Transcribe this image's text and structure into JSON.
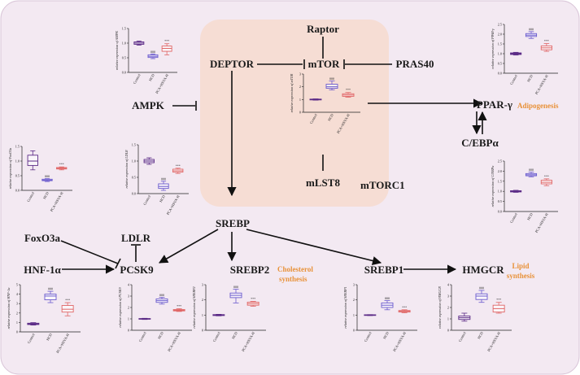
{
  "colors": {
    "background": "#f3e9f2",
    "mtorc1_box": "#f6ddd4",
    "arrow": "#111111",
    "annotation": "#e8923a",
    "control": "#5b2a86",
    "hcd": "#6a5acd",
    "pca": "#e06666"
  },
  "nodes": {
    "raptor": "Raptor",
    "deptor": "DEPTOR",
    "mtor": "mTOR",
    "pras40": "PRAS40",
    "mlst8": "mLST8",
    "mtorc1": "mTORC1",
    "ampk": "AMPK",
    "ppar": "PPAR-γ",
    "cebp": "C/EBPα",
    "srebp": "SREBP",
    "foxo3a": "FoxO3a",
    "ldlr": "LDLR",
    "hnf": "HNF-1α",
    "pcsk9": "PCSK9",
    "srebp2": "SREBP2",
    "srebp1": "SREBP1",
    "hmgcr": "HMGCR"
  },
  "annotations": {
    "adipogenesis": "Adipogenesis",
    "cholesterol_1": "Cholesterol",
    "cholesterol_2": "synthesis",
    "lipid_1": "Lipid",
    "lipid_2": "synthesis"
  },
  "chart_data": [
    {
      "type": "box",
      "id": "ampk",
      "ylabel": "relative expression of AMPK",
      "ylim": [
        0,
        1.5
      ],
      "yticks": [
        "0.0",
        "0.5",
        "1.0",
        "1.5"
      ],
      "categories": [
        "Control",
        "HCD",
        "PCA+HSYA-H"
      ],
      "medians": [
        1.0,
        0.55,
        0.82
      ],
      "q1": [
        0.96,
        0.51,
        0.72
      ],
      "q3": [
        1.04,
        0.6,
        0.9
      ],
      "min": [
        0.93,
        0.47,
        0.6
      ],
      "max": [
        1.07,
        0.63,
        0.98
      ],
      "sig": [
        "",
        "###",
        "***"
      ]
    },
    {
      "type": "box",
      "id": "mtor",
      "ylabel": "relative expression of mTOR",
      "ylim": [
        0,
        3
      ],
      "yticks": [
        "0",
        "1",
        "2",
        "3"
      ],
      "categories": [
        "Control",
        "HCD",
        "PCA+HSYA-H"
      ],
      "medians": [
        1.0,
        2.0,
        1.35
      ],
      "q1": [
        0.97,
        1.88,
        1.25
      ],
      "q3": [
        1.03,
        2.2,
        1.45
      ],
      "min": [
        0.95,
        1.75,
        1.18
      ],
      "max": [
        1.05,
        2.45,
        1.55
      ],
      "sig": [
        "",
        "###",
        "***"
      ]
    },
    {
      "type": "box",
      "id": "ppar",
      "ylabel": "relative expression of PPAR-γ",
      "ylim": [
        0,
        2.5
      ],
      "yticks": [
        "0.0",
        "0.5",
        "1.0",
        "1.5",
        "2.0",
        "2.5"
      ],
      "categories": [
        "Control",
        "HCD",
        "PCA+HSYA-H"
      ],
      "medians": [
        1.0,
        1.95,
        1.3
      ],
      "q1": [
        0.96,
        1.88,
        1.2
      ],
      "q3": [
        1.04,
        2.03,
        1.4
      ],
      "min": [
        0.93,
        1.78,
        1.12
      ],
      "max": [
        1.07,
        2.13,
        1.52
      ],
      "sig": [
        "",
        "###",
        "***"
      ]
    },
    {
      "type": "box",
      "id": "cebp",
      "ylabel": "relative expression of C/EBPα",
      "ylim": [
        0,
        2.5
      ],
      "yticks": [
        "0.0",
        "0.5",
        "1.0",
        "1.5",
        "2.0",
        "2.5"
      ],
      "categories": [
        "Control",
        "HCD",
        "PCA+HSYA-H"
      ],
      "medians": [
        1.0,
        1.82,
        1.45
      ],
      "q1": [
        0.97,
        1.77,
        1.37
      ],
      "q3": [
        1.03,
        1.88,
        1.55
      ],
      "min": [
        0.95,
        1.72,
        1.28
      ],
      "max": [
        1.05,
        1.95,
        1.62
      ],
      "sig": [
        "",
        "###",
        "***"
      ]
    },
    {
      "type": "box",
      "id": "foxo3a",
      "ylabel": "relative expression of FoxO3a",
      "ylim": [
        0,
        1.5
      ],
      "yticks": [
        "0.0",
        "0.5",
        "1.0",
        "1.5"
      ],
      "categories": [
        "Control",
        "HCD",
        "PCA+HSYA-H"
      ],
      "medians": [
        1.0,
        0.35,
        0.75
      ],
      "q1": [
        0.85,
        0.33,
        0.73
      ],
      "q3": [
        1.2,
        0.38,
        0.78
      ],
      "min": [
        0.7,
        0.3,
        0.7
      ],
      "max": [
        1.35,
        0.4,
        0.8
      ],
      "sig": [
        "",
        "###",
        "***"
      ]
    },
    {
      "type": "box",
      "id": "ldlr",
      "ylabel": "relative expression of LDLR",
      "ylim": [
        0,
        1.5
      ],
      "yticks": [
        "0.0",
        "0.5",
        "1.0",
        "1.5"
      ],
      "categories": [
        "Control",
        "HCD",
        "PCA+HSYA-H"
      ],
      "medians": [
        1.0,
        0.22,
        0.7
      ],
      "q1": [
        0.95,
        0.16,
        0.66
      ],
      "q3": [
        1.05,
        0.3,
        0.75
      ],
      "min": [
        0.9,
        0.1,
        0.62
      ],
      "max": [
        1.1,
        0.38,
        0.78
      ],
      "sig": [
        "",
        "###",
        "***"
      ]
    },
    {
      "type": "box",
      "id": "hnf",
      "ylabel": "relative expression of HNF-1α",
      "ylim": [
        0,
        5
      ],
      "yticks": [
        "0",
        "1",
        "2",
        "3",
        "4",
        "5"
      ],
      "categories": [
        "Control",
        "HCD",
        "PCA+HSYA-H"
      ],
      "medians": [
        0.85,
        3.8,
        2.4
      ],
      "q1": [
        0.78,
        3.4,
        2.1
      ],
      "q3": [
        0.92,
        4.0,
        2.8
      ],
      "min": [
        0.72,
        3.1,
        1.7
      ],
      "max": [
        0.98,
        4.3,
        3.1
      ],
      "sig": [
        "",
        "###",
        "***"
      ]
    },
    {
      "type": "box",
      "id": "pcsk9",
      "ylabel": "relative expression of PCSK9",
      "ylim": [
        0,
        4
      ],
      "yticks": [
        "0",
        "1",
        "2",
        "3",
        "4"
      ],
      "categories": [
        "Control",
        "HCD",
        "PCA+HSYA-H"
      ],
      "medians": [
        1.0,
        2.6,
        1.75
      ],
      "q1": [
        0.97,
        2.45,
        1.7
      ],
      "q3": [
        1.03,
        2.75,
        1.82
      ],
      "min": [
        0.95,
        2.3,
        1.65
      ],
      "max": [
        1.05,
        2.9,
        1.9
      ],
      "sig": [
        "",
        "###",
        "***"
      ]
    },
    {
      "type": "box",
      "id": "srebp2",
      "ylabel": "relative expression of SREBP2",
      "ylim": [
        0,
        3
      ],
      "yticks": [
        "0",
        "1",
        "2",
        "3"
      ],
      "categories": [
        "Control",
        "HCD",
        "PCA+HSYA-H"
      ],
      "medians": [
        1.0,
        2.3,
        1.75
      ],
      "q1": [
        0.97,
        2.15,
        1.65
      ],
      "q3": [
        1.03,
        2.45,
        1.85
      ],
      "min": [
        0.95,
        1.8,
        1.58
      ],
      "max": [
        1.05,
        2.7,
        1.9
      ],
      "sig": [
        "",
        "###",
        "***"
      ]
    },
    {
      "type": "box",
      "id": "srebp1",
      "ylabel": "relative expression of SREBP1",
      "ylim": [
        0,
        3
      ],
      "yticks": [
        "0",
        "1",
        "2",
        "3"
      ],
      "categories": [
        "Control",
        "HCD",
        "PCA+HSYA-H"
      ],
      "medians": [
        1.0,
        1.65,
        1.25
      ],
      "q1": [
        0.98,
        1.5,
        1.2
      ],
      "q3": [
        1.02,
        1.8,
        1.3
      ],
      "min": [
        0.97,
        1.35,
        1.15
      ],
      "max": [
        1.03,
        1.95,
        1.35
      ],
      "sig": [
        "",
        "###",
        "***"
      ]
    },
    {
      "type": "box",
      "id": "hmgcr",
      "ylabel": "relative expression of HMGCR",
      "ylim": [
        0,
        4
      ],
      "yticks": [
        "0",
        "1",
        "2",
        "3",
        "4"
      ],
      "categories": [
        "Control",
        "HCD",
        "PCA+HSYA-H"
      ],
      "medians": [
        1.1,
        3.0,
        1.9
      ],
      "q1": [
        0.95,
        2.7,
        1.6
      ],
      "q3": [
        1.25,
        3.2,
        2.2
      ],
      "min": [
        0.8,
        2.45,
        1.5
      ],
      "max": [
        1.5,
        3.5,
        2.45
      ],
      "sig": [
        "",
        "###",
        "***"
      ]
    }
  ]
}
